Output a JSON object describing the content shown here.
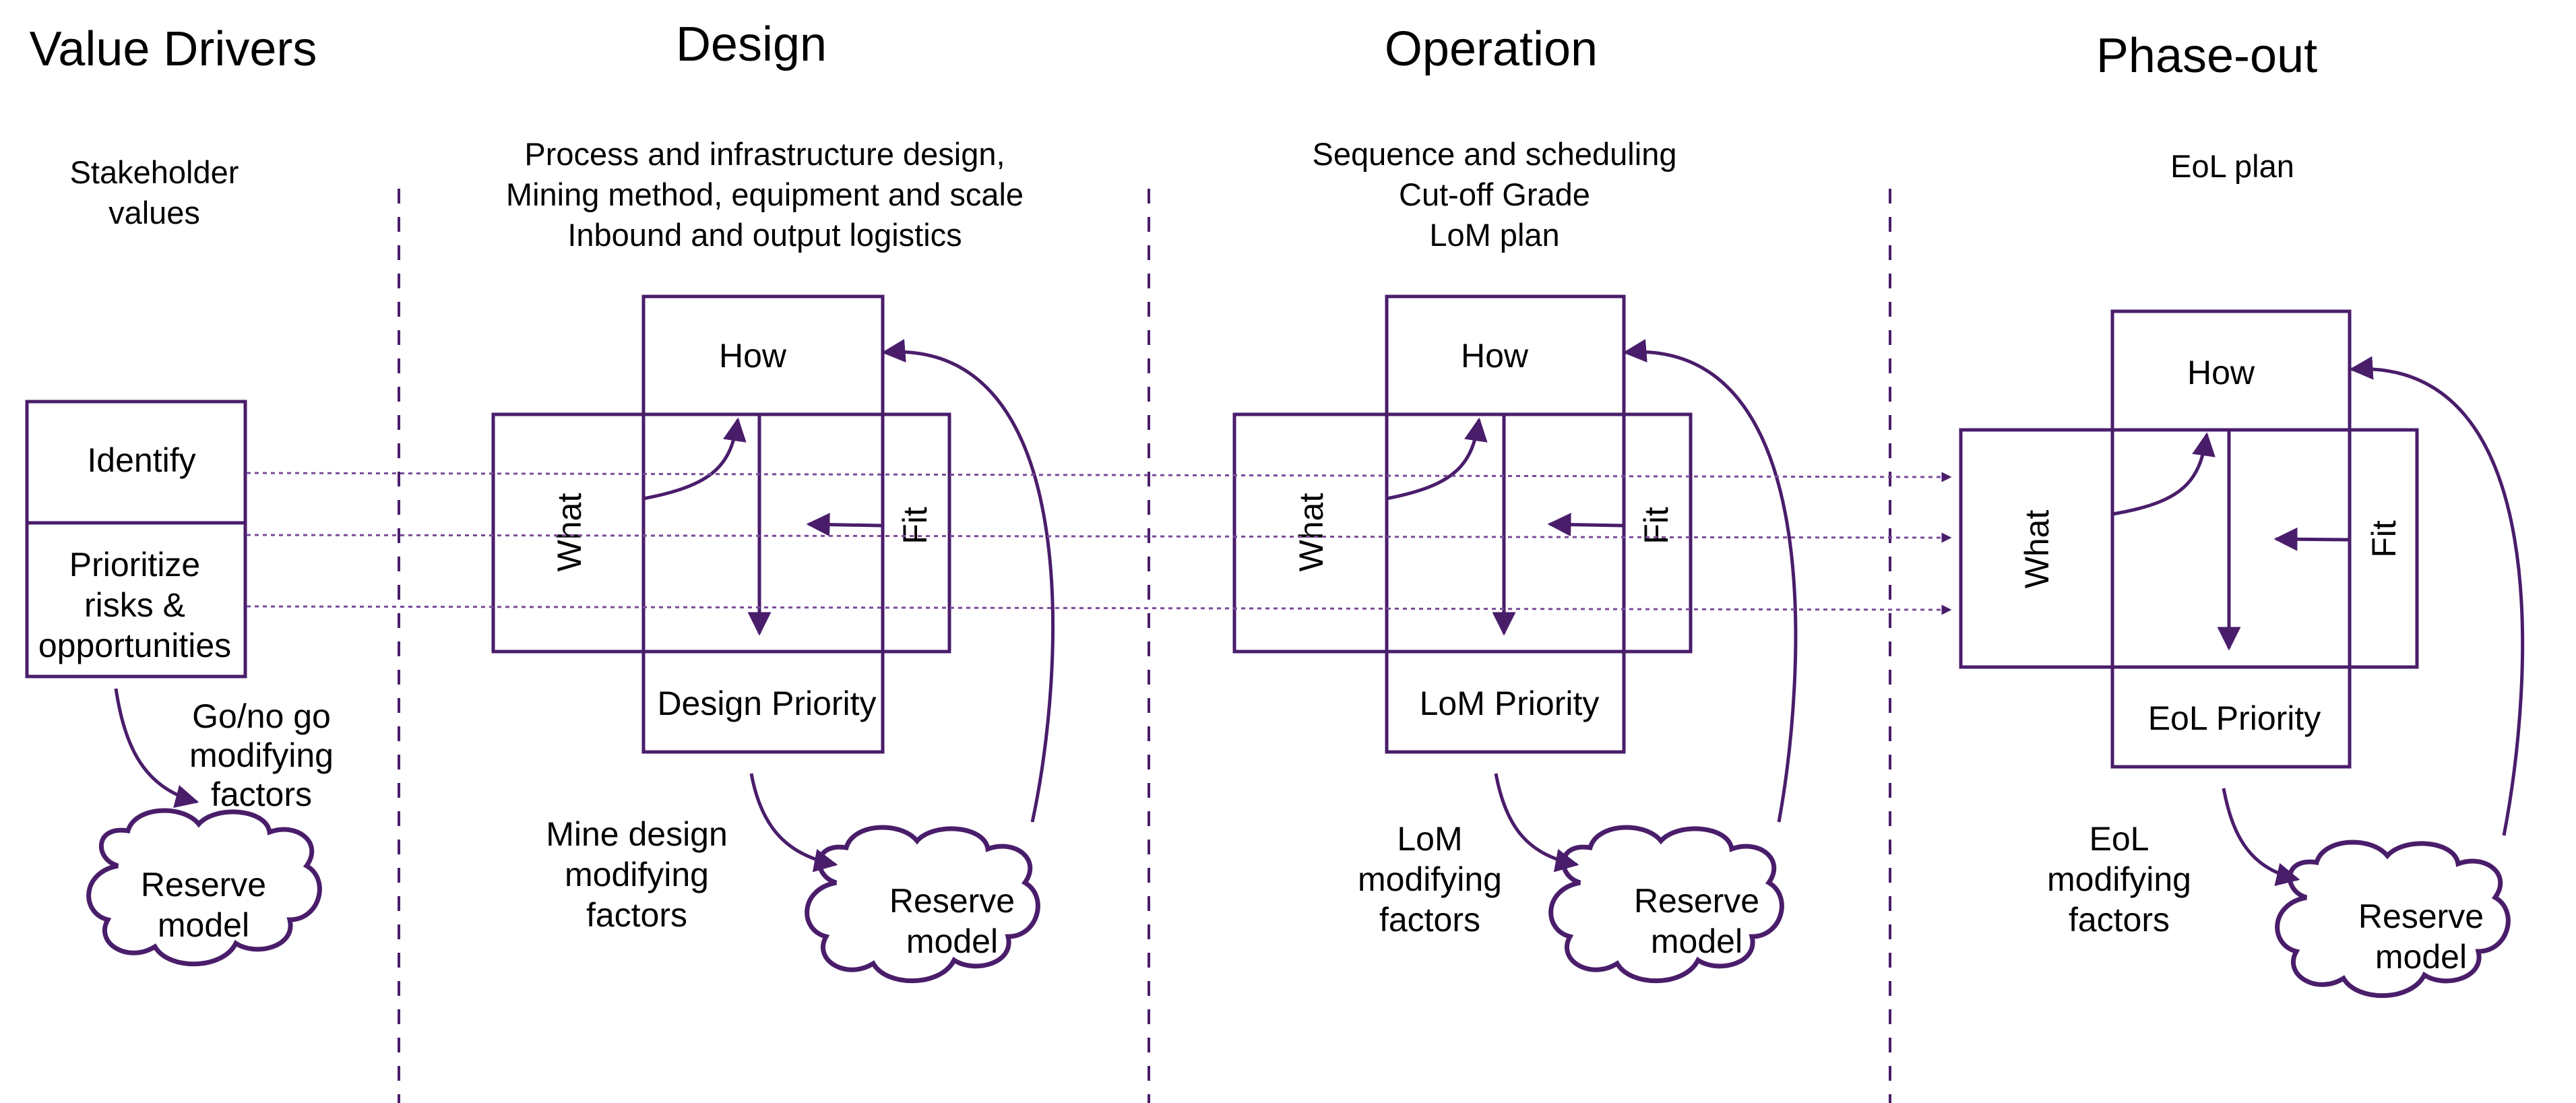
{
  "accent_color": "#4a1d6b",
  "headers": {
    "value_drivers": "Value Drivers",
    "design": "Design",
    "operation": "Operation",
    "phase_out": "Phase-out"
  },
  "value_drivers": {
    "stakeholder_line1": "Stakeholder",
    "stakeholder_line2": "values",
    "identify": "Identify",
    "prioritize_line1": "Prioritize",
    "prioritize_line2": "risks &",
    "prioritize_line3": "opportunities",
    "go_line1": "Go/no go",
    "go_line2": "modifying",
    "go_line3": "factors",
    "reserve_line1": "Reserve",
    "reserve_line2": "model"
  },
  "design": {
    "sub_line1": "Process and infrastructure design,",
    "sub_line2": "Mining method, equipment and scale",
    "sub_line3": "Inbound and output logistics",
    "how": "How",
    "what": "What",
    "fit": "Fit",
    "priority": "Design Priority",
    "factors_line1": "Mine design",
    "factors_line2": "modifying",
    "factors_line3": "factors",
    "reserve_line1": "Reserve",
    "reserve_line2": "model"
  },
  "operation": {
    "sub_line1": "Sequence and scheduling",
    "sub_line2": "Cut-off Grade",
    "sub_line3": "LoM plan",
    "how": "How",
    "what": "What",
    "fit": "Fit",
    "priority": "LoM Priority",
    "factors_line1": "LoM",
    "factors_line2": "modifying",
    "factors_line3": "factors",
    "reserve_line1": "Reserve",
    "reserve_line2": "model"
  },
  "phase_out": {
    "sub_line1": "EoL plan",
    "how": "How",
    "what": "What",
    "fit": "Fit",
    "priority": "EoL Priority",
    "factors_line1": "EoL",
    "factors_line2": "modifying",
    "factors_line3": "factors",
    "reserve_line1": "Reserve",
    "reserve_line2": "model"
  }
}
